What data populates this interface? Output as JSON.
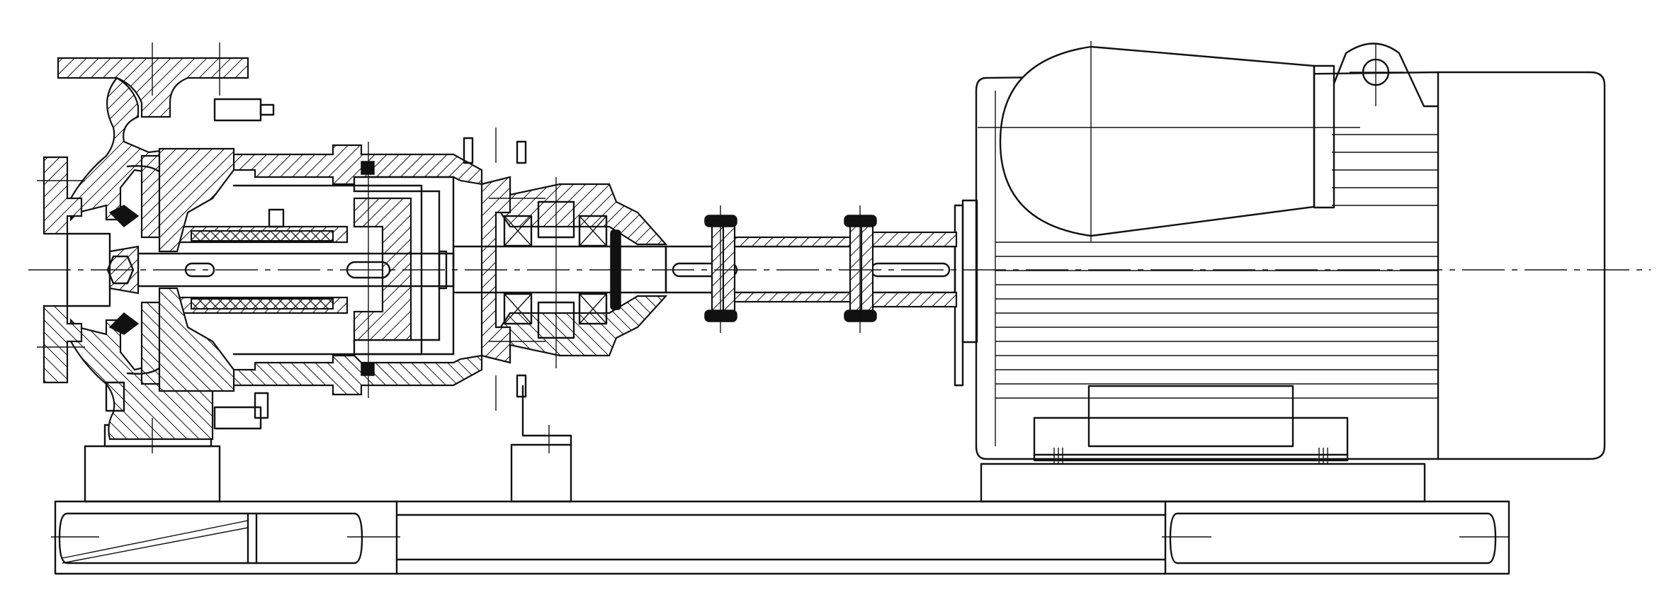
{
  "drawing": {
    "line_color": "#111111",
    "background": "#ffffff",
    "components": [
      {
        "id": "pump-casing",
        "icon": "pump-volute"
      },
      {
        "id": "impeller",
        "icon": "impeller"
      },
      {
        "id": "magnetic-coupling",
        "icon": "magnet-rotor"
      },
      {
        "id": "bearing-housing",
        "icon": "bearing"
      },
      {
        "id": "flexible-coupling",
        "icon": "coupling"
      },
      {
        "id": "electric-motor",
        "icon": "motor"
      },
      {
        "id": "base-frame",
        "icon": "base"
      }
    ]
  }
}
